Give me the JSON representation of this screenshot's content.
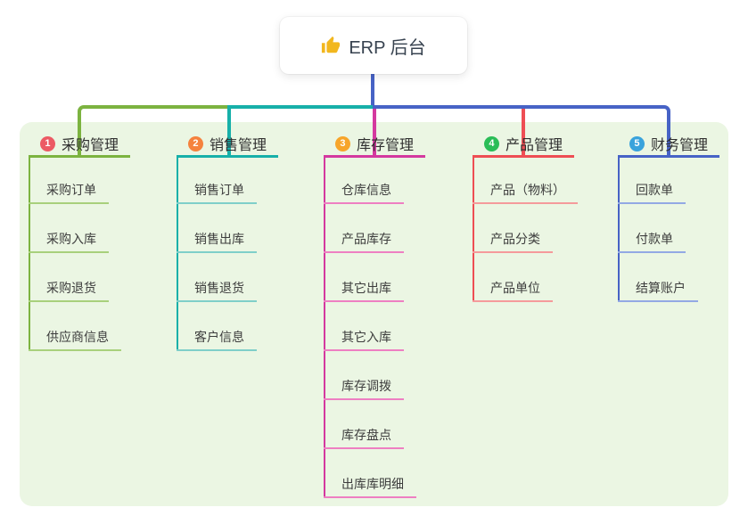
{
  "root": {
    "label": "ERP 后台",
    "icon": "thumbs-up"
  },
  "branches": [
    {
      "badge": "1",
      "label": "采购管理",
      "colors": {
        "main": "#7cb340",
        "light": "#a8d07c",
        "badge": "#ec5a64"
      },
      "children": [
        "采购订单",
        "采购入库",
        "采购退货",
        "供应商信息"
      ]
    },
    {
      "badge": "2",
      "label": "销售管理",
      "colors": {
        "main": "#17b0a9",
        "light": "#7fcfc9",
        "badge": "#f5823e"
      },
      "children": [
        "销售订单",
        "销售出库",
        "销售退货",
        "客户信息"
      ]
    },
    {
      "badge": "3",
      "label": "库存管理",
      "colors": {
        "main": "#d4399f",
        "light": "#ee7fc2",
        "badge": "#f7a52a"
      },
      "children": [
        "仓库信息",
        "产品库存",
        "其它出库",
        "其它入库",
        "库存调拨",
        "库存盘点",
        "出库库明细"
      ]
    },
    {
      "badge": "4",
      "label": "产品管理",
      "colors": {
        "main": "#ee4e54",
        "light": "#f59a9b",
        "badge": "#2abd57"
      },
      "children": [
        "产品（物料）",
        "产品分类",
        "产品单位"
      ]
    },
    {
      "badge": "5",
      "label": "财务管理",
      "colors": {
        "main": "#4763c6",
        "light": "#93a9e4",
        "badge": "#39a3dc"
      },
      "children": [
        "回款单",
        "付款单",
        "结算账户"
      ]
    }
  ],
  "panel_background": "#ebf6e3",
  "root_connector_color": "#4763c6"
}
